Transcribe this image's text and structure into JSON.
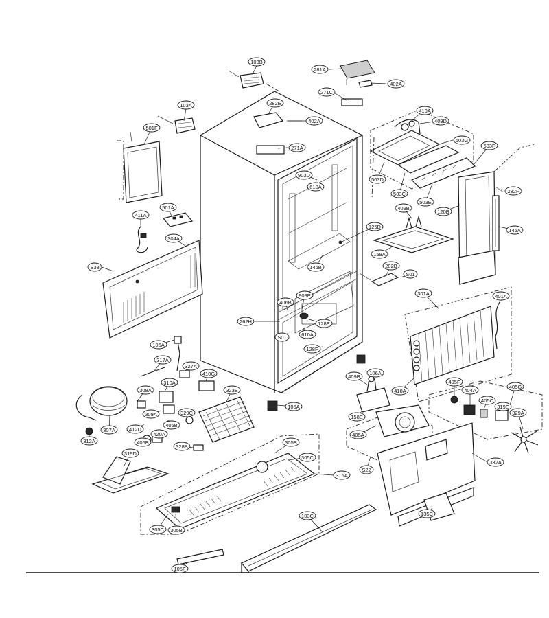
{
  "diagram": {
    "labels": [
      {
        "id": "103B",
        "text": "103B"
      },
      {
        "id": "281A",
        "text": "281A"
      },
      {
        "id": "402A-top",
        "text": "402A"
      },
      {
        "id": "271C",
        "text": "271C"
      },
      {
        "id": "103A",
        "text": "103A"
      },
      {
        "id": "282E",
        "text": "282E"
      },
      {
        "id": "402A",
        "text": "402A"
      },
      {
        "id": "501F",
        "text": "501F"
      },
      {
        "id": "271A",
        "text": "271A"
      },
      {
        "id": "410A",
        "text": "410A"
      },
      {
        "id": "409D",
        "text": "409D"
      },
      {
        "id": "503G",
        "text": "503G"
      },
      {
        "id": "503F",
        "text": "503F"
      },
      {
        "id": "903D",
        "text": "903D"
      },
      {
        "id": "610A-top",
        "text": "610A"
      },
      {
        "id": "503D",
        "text": "503D"
      },
      {
        "id": "503C",
        "text": "503C"
      },
      {
        "id": "503E",
        "text": "503E"
      },
      {
        "id": "282F",
        "text": "282F"
      },
      {
        "id": "411A",
        "text": "411A"
      },
      {
        "id": "501A",
        "text": "501A"
      },
      {
        "id": "409B-top",
        "text": "409B"
      },
      {
        "id": "120B",
        "text": "120B"
      },
      {
        "id": "125D",
        "text": "125D"
      },
      {
        "id": "145A",
        "text": "145A"
      },
      {
        "id": "304A",
        "text": "304A"
      },
      {
        "id": "158A",
        "text": "158A"
      },
      {
        "id": "145B",
        "text": "145B"
      },
      {
        "id": "282B",
        "text": "282B"
      },
      {
        "id": "S38",
        "text": "S38"
      },
      {
        "id": "S01-top",
        "text": "S01"
      },
      {
        "id": "903E",
        "text": "903E"
      },
      {
        "id": "301A",
        "text": "301A"
      },
      {
        "id": "401A",
        "text": "401A"
      },
      {
        "id": "406B",
        "text": "406B"
      },
      {
        "id": "262H",
        "text": "262H"
      },
      {
        "id": "128E",
        "text": "128E"
      },
      {
        "id": "S01",
        "text": "S01"
      },
      {
        "id": "610A",
        "text": "610A"
      },
      {
        "id": "105A",
        "text": "105A"
      },
      {
        "id": "128F",
        "text": "128F"
      },
      {
        "id": "317A",
        "text": "317A"
      },
      {
        "id": "327A",
        "text": "327A"
      },
      {
        "id": "410G",
        "text": "410G"
      },
      {
        "id": "310A",
        "text": "310A"
      },
      {
        "id": "106A-right",
        "text": "106A"
      },
      {
        "id": "409B",
        "text": "409B"
      },
      {
        "id": "308A",
        "text": "308A"
      },
      {
        "id": "323B",
        "text": "323B"
      },
      {
        "id": "405F",
        "text": "405F"
      },
      {
        "id": "405G",
        "text": "405G"
      },
      {
        "id": "418A",
        "text": "418A"
      },
      {
        "id": "404A",
        "text": "404A"
      },
      {
        "id": "106A",
        "text": "106A"
      },
      {
        "id": "309A",
        "text": "309A"
      },
      {
        "id": "329C",
        "text": "329C"
      },
      {
        "id": "405C",
        "text": "405C"
      },
      {
        "id": "319E",
        "text": "319E"
      },
      {
        "id": "307A",
        "text": "307A"
      },
      {
        "id": "412D",
        "text": "412D"
      },
      {
        "id": "405B-top",
        "text": "405B"
      },
      {
        "id": "158E",
        "text": "158E"
      },
      {
        "id": "329A",
        "text": "329A"
      },
      {
        "id": "420A",
        "text": "420A"
      },
      {
        "id": "405A",
        "text": "405A"
      },
      {
        "id": "312A",
        "text": "312A"
      },
      {
        "id": "405B",
        "text": "405B"
      },
      {
        "id": "328B",
        "text": "328B"
      },
      {
        "id": "305B-top",
        "text": "305B"
      },
      {
        "id": "319D",
        "text": "319D"
      },
      {
        "id": "305C-top",
        "text": "305C"
      },
      {
        "id": "332A",
        "text": "332A"
      },
      {
        "id": "S22",
        "text": "S22"
      },
      {
        "id": "315A",
        "text": "315A"
      },
      {
        "id": "103C",
        "text": "103C"
      },
      {
        "id": "135C",
        "text": "135C"
      },
      {
        "id": "305C",
        "text": "305C"
      },
      {
        "id": "305B",
        "text": "305B"
      },
      {
        "id": "105F",
        "text": "105F"
      }
    ]
  }
}
